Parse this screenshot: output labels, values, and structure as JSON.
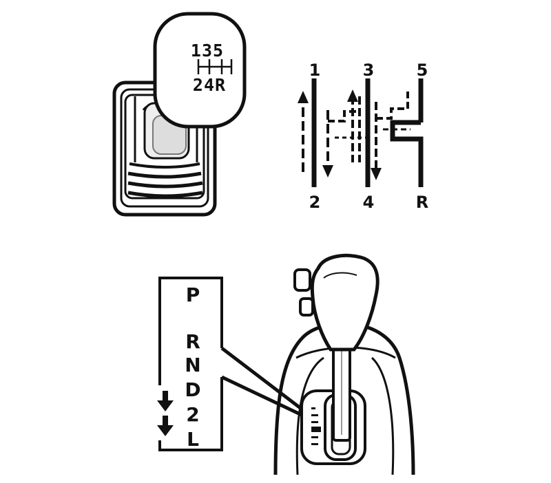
{
  "manual_knob": {
    "top_digits": "135",
    "bottom_digits": "24R"
  },
  "shift_pattern": {
    "top_gears": [
      "1",
      "3",
      "5"
    ],
    "bottom_gears": [
      "2",
      "4",
      "R"
    ]
  },
  "automatic_indicator": {
    "positions": [
      "P",
      "R",
      "N",
      "D",
      "2",
      "L"
    ]
  }
}
